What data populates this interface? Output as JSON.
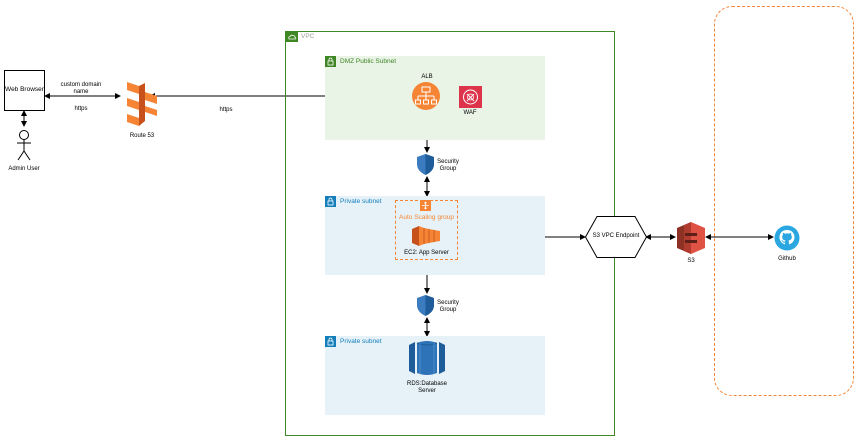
{
  "browser": {
    "label": "Web Browser"
  },
  "admin": {
    "label": "Admin User"
  },
  "edges": {
    "browser_route53_top": "custom domain\nname",
    "browser_route53_bottom": "https",
    "route53_alb": "https"
  },
  "route53": {
    "label": "Route 53"
  },
  "vpc": {
    "label": "VPC"
  },
  "dmz": {
    "label": "DMZ Public Subnet"
  },
  "alb": {
    "label": "ALB"
  },
  "waf": {
    "label": "WAF"
  },
  "sg1": {
    "label": "Security\nGroup"
  },
  "private1": {
    "label": "Private subnet"
  },
  "asg": {
    "label": "Auto Scaling group"
  },
  "ec2": {
    "label": "EC2: App Server"
  },
  "s3_endpoint": {
    "label": "S3 VPC Endpoint"
  },
  "s3": {
    "label": "S3"
  },
  "github": {
    "label": "Github"
  },
  "sg2": {
    "label": "Security\nGroup"
  },
  "private2": {
    "label": "Private subnet"
  },
  "rds": {
    "label": "RDS:Database\nServer"
  },
  "colors": {
    "vpc_border": "#3f8624",
    "subnet_green": "#e9f3e6",
    "subnet_blue": "#e6f2f8",
    "route53": "#f58534",
    "alb": "#f58534",
    "waf": "#dd344c",
    "sg": "#3b7bbf",
    "ec2": "#f58534",
    "s3": "#e05243",
    "rds": "#2e73b8",
    "github": "#2aa7e0",
    "external_dashed": "#f58534"
  }
}
